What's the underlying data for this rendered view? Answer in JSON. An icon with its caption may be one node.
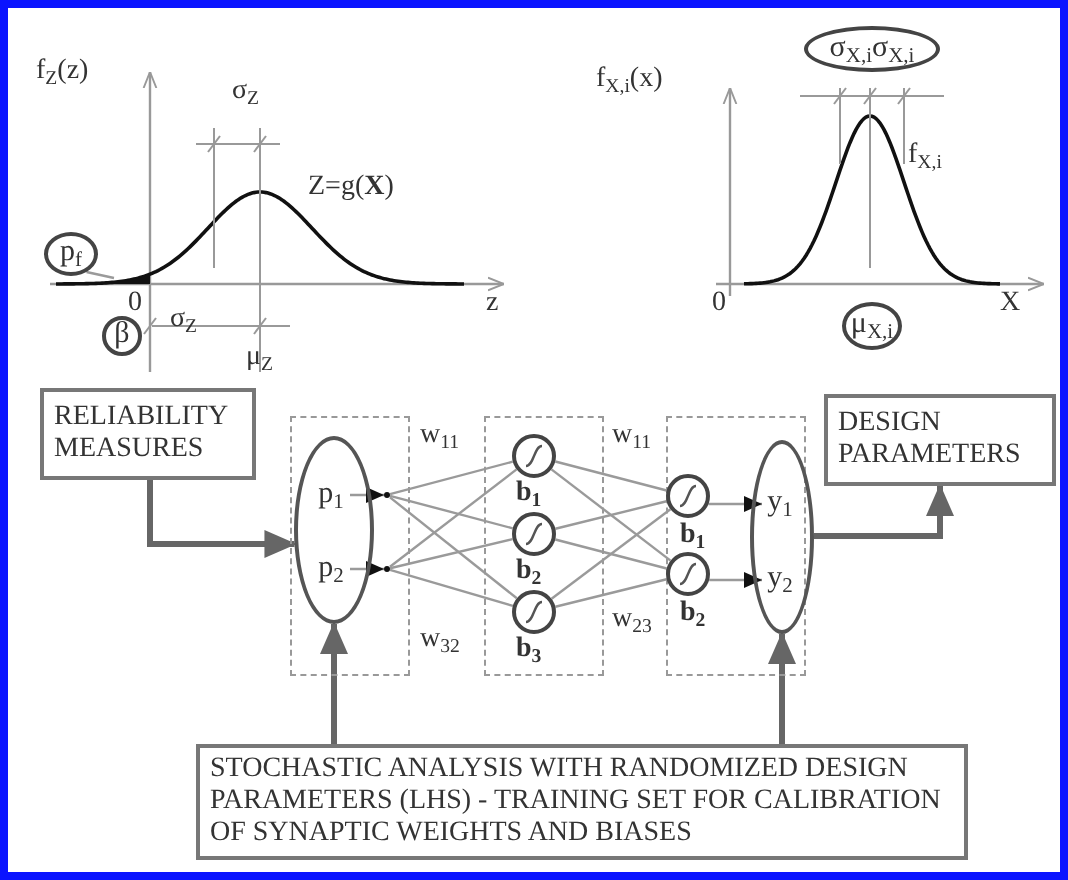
{
  "diagram": {
    "nodes": [
      {
        "text": [
          "p$_{f}$"
        ]
      },
      {
        "text": [
          "β"
        ]
      },
      {
        "text": [
          "σ$_{X,i}$σ$_{X,i}$"
        ]
      },
      {
        "text": [
          "μ$_{X,i}$"
        ]
      },
      {
        "text": [
          "RELIABILITY MEASURES"
        ]
      },
      {
        "text": [],
        "shape": "box"
      },
      {
        "text": [],
        "shape": "ellipse",
        "in": 5
      },
      {
        "text": [
          "p$_{1}$"
        ],
        "in": 6
      },
      {
        "text": [
          "p$_{2}$"
        ],
        "in": 6
      },
      {
        "text": [],
        "shape": "box"
      },
      {
        "text": [],
        "shape": "circle",
        "in": 9,
        "beside": [
          "b$_{1}$"
        ]
      },
      {
        "text": [],
        "shape": "circle",
        "in": 9,
        "beside": [
          "b$_{2}$"
        ]
      },
      {
        "text": [],
        "shape": "circle",
        "in": 9,
        "beside": [
          "b$_{3}$"
        ]
      },
      {
        "text": [],
        "shape": "box"
      },
      {
        "text": [],
        "shape": "circle",
        "in": 13,
        "beside": [
          "b$_{1}$"
        ]
      },
      {
        "text": [],
        "shape": "circle",
        "in": 13,
        "beside": [
          "b$_{2}$"
        ]
      },
      {
        "text": [],
        "shape": "ellipse"
      },
      {
        "text": [
          "y$_{1}$"
        ],
        "in": 16
      },
      {
        "text": [
          "y$_{2}$"
        ],
        "in": 16
      },
      {
        "text": [
          "DESIGN PARAMETERS"
        ]
      },
      {
        "text": [
          "STOCHASTIC ANALYSIS WITH RANDOMIZED DESIGN PARAMETERS (LHS) - TRAINING SET FOR CALIBRATION OF SYNAPTIC WEIGHTS AND BIASES"
        ]
      },
      {
        "text": [],
        "shape": "point",
        "in": 5
      },
      {
        "text": [],
        "shape": "point",
        "in": 5
      },
      {
        "text": [],
        "shape": "region"
      }
    ],
    "edges": [
      {
        "from": 0,
        "to": 23,
        "arrow": "none"
      },
      {
        "from": 4,
        "to": 6,
        "arrow": "to",
        "style": "thick"
      },
      {
        "from": 20,
        "to": 6,
        "arrow": "to",
        "style": "thick"
      },
      {
        "from": 20,
        "to": 16,
        "arrow": "to",
        "style": "thick"
      },
      {
        "from": 16,
        "to": 19,
        "arrow": "to",
        "style": "thick"
      },
      {
        "from": 7,
        "to": 21,
        "arrow": "to"
      },
      {
        "from": 8,
        "to": 22,
        "arrow": "to"
      },
      {
        "from": 21,
        "to": 10,
        "arrow": "none"
      },
      {
        "from": 21,
        "to": 11,
        "arrow": "none"
      },
      {
        "from": 21,
        "to": 12,
        "arrow": "none"
      },
      {
        "from": 22,
        "to": 10,
        "arrow": "none"
      },
      {
        "from": 22,
        "to": 11,
        "arrow": "none"
      },
      {
        "from": 22,
        "to": 12,
        "arrow": "none"
      },
      {
        "from": 10,
        "to": 14,
        "arrow": "none"
      },
      {
        "from": 10,
        "to": 15,
        "arrow": "none"
      },
      {
        "from": 11,
        "to": 14,
        "arrow": "none"
      },
      {
        "from": 11,
        "to": 15,
        "arrow": "none"
      },
      {
        "from": 12,
        "to": 14,
        "arrow": "none"
      },
      {
        "from": 12,
        "to": 15,
        "arrow": "none"
      },
      {
        "from": 14,
        "to": 17,
        "arrow": "to"
      },
      {
        "from": 15,
        "to": 18,
        "arrow": "to"
      }
    ],
    "labels": [
      "f$_{Z}$(z)",
      "σ$_{Z}$",
      "Z=g(**X**)",
      "0",
      "σ$_{Z}$",
      "z",
      "μ$_{Z}$",
      "f$_{X,i}$(x)",
      "f$_{X,i}$",
      "0",
      "X",
      "w$_{11}$",
      "w$_{11}$",
      "w$_{32}$",
      "w$_{23}$"
    ]
  }
}
